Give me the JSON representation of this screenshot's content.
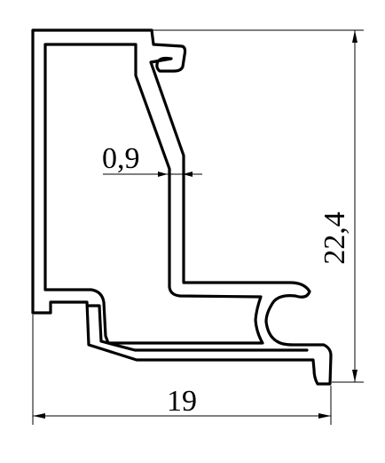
{
  "drawing": {
    "thickness_label": "0,9",
    "height_label": "22,4",
    "width_label": "19"
  },
  "colors": {
    "line": "#000000",
    "background": "#ffffff"
  }
}
